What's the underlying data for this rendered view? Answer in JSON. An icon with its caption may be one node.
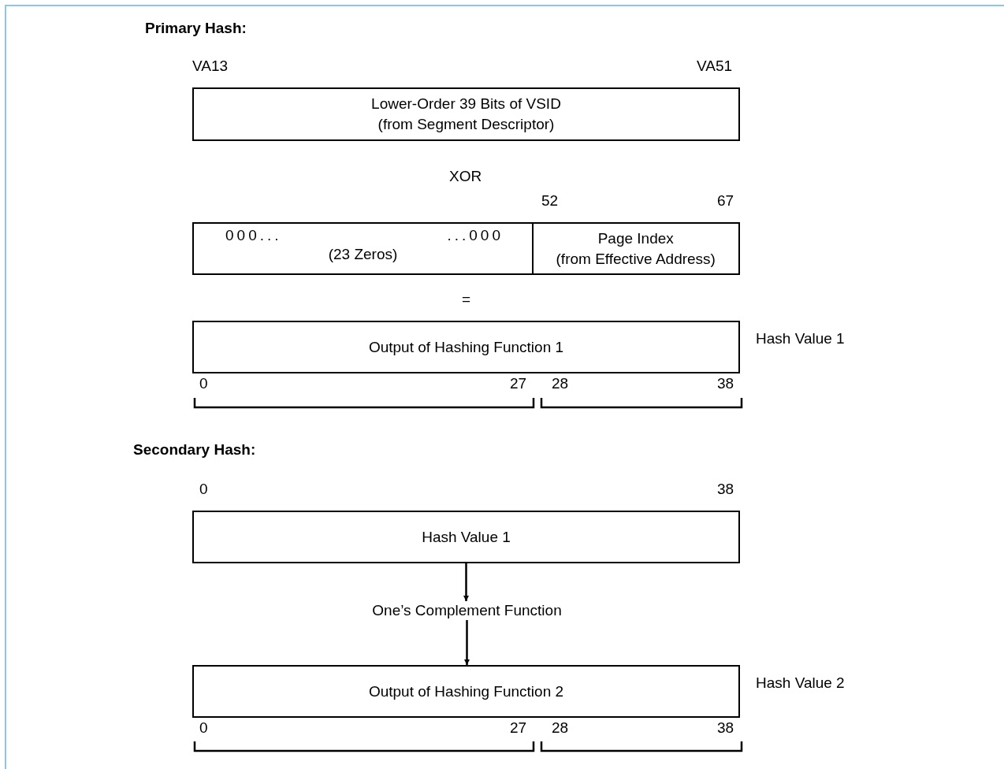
{
  "diagram": {
    "nodes": [
      {
        "text": [
          "Lower-Order 39 Bits of VSID (from Segment Descriptor)"
        ]
      },
      {
        "text": [
          "000...",
          "...000",
          "(23 Zeros)"
        ]
      },
      {
        "text": [
          "Page Index (from Effective Address)"
        ]
      },
      {
        "text": [
          "Output of Hashing Function 1"
        ],
        "beside": [
          "Hash Value 1"
        ]
      },
      {
        "text": [
          "Hash Value 1"
        ]
      },
      {
        "text": [
          "One’s Complement Function"
        ]
      },
      {
        "text": [
          "Output of Hashing Function 2"
        ],
        "beside": [
          "Hash Value 2"
        ]
      }
    ],
    "edges": [
      {
        "from": 4,
        "to": 5,
        "arrow": "to"
      },
      {
        "from": 5,
        "to": 6,
        "arrow": "to"
      }
    ],
    "labels": [
      "Primary Hash:",
      "VA13",
      "VA51",
      "XOR",
      "52",
      "67",
      "=",
      "0",
      "27",
      "28",
      "38",
      "Secondary Hash:",
      "0",
      "38",
      "0",
      "27",
      "28",
      "38"
    ]
  }
}
